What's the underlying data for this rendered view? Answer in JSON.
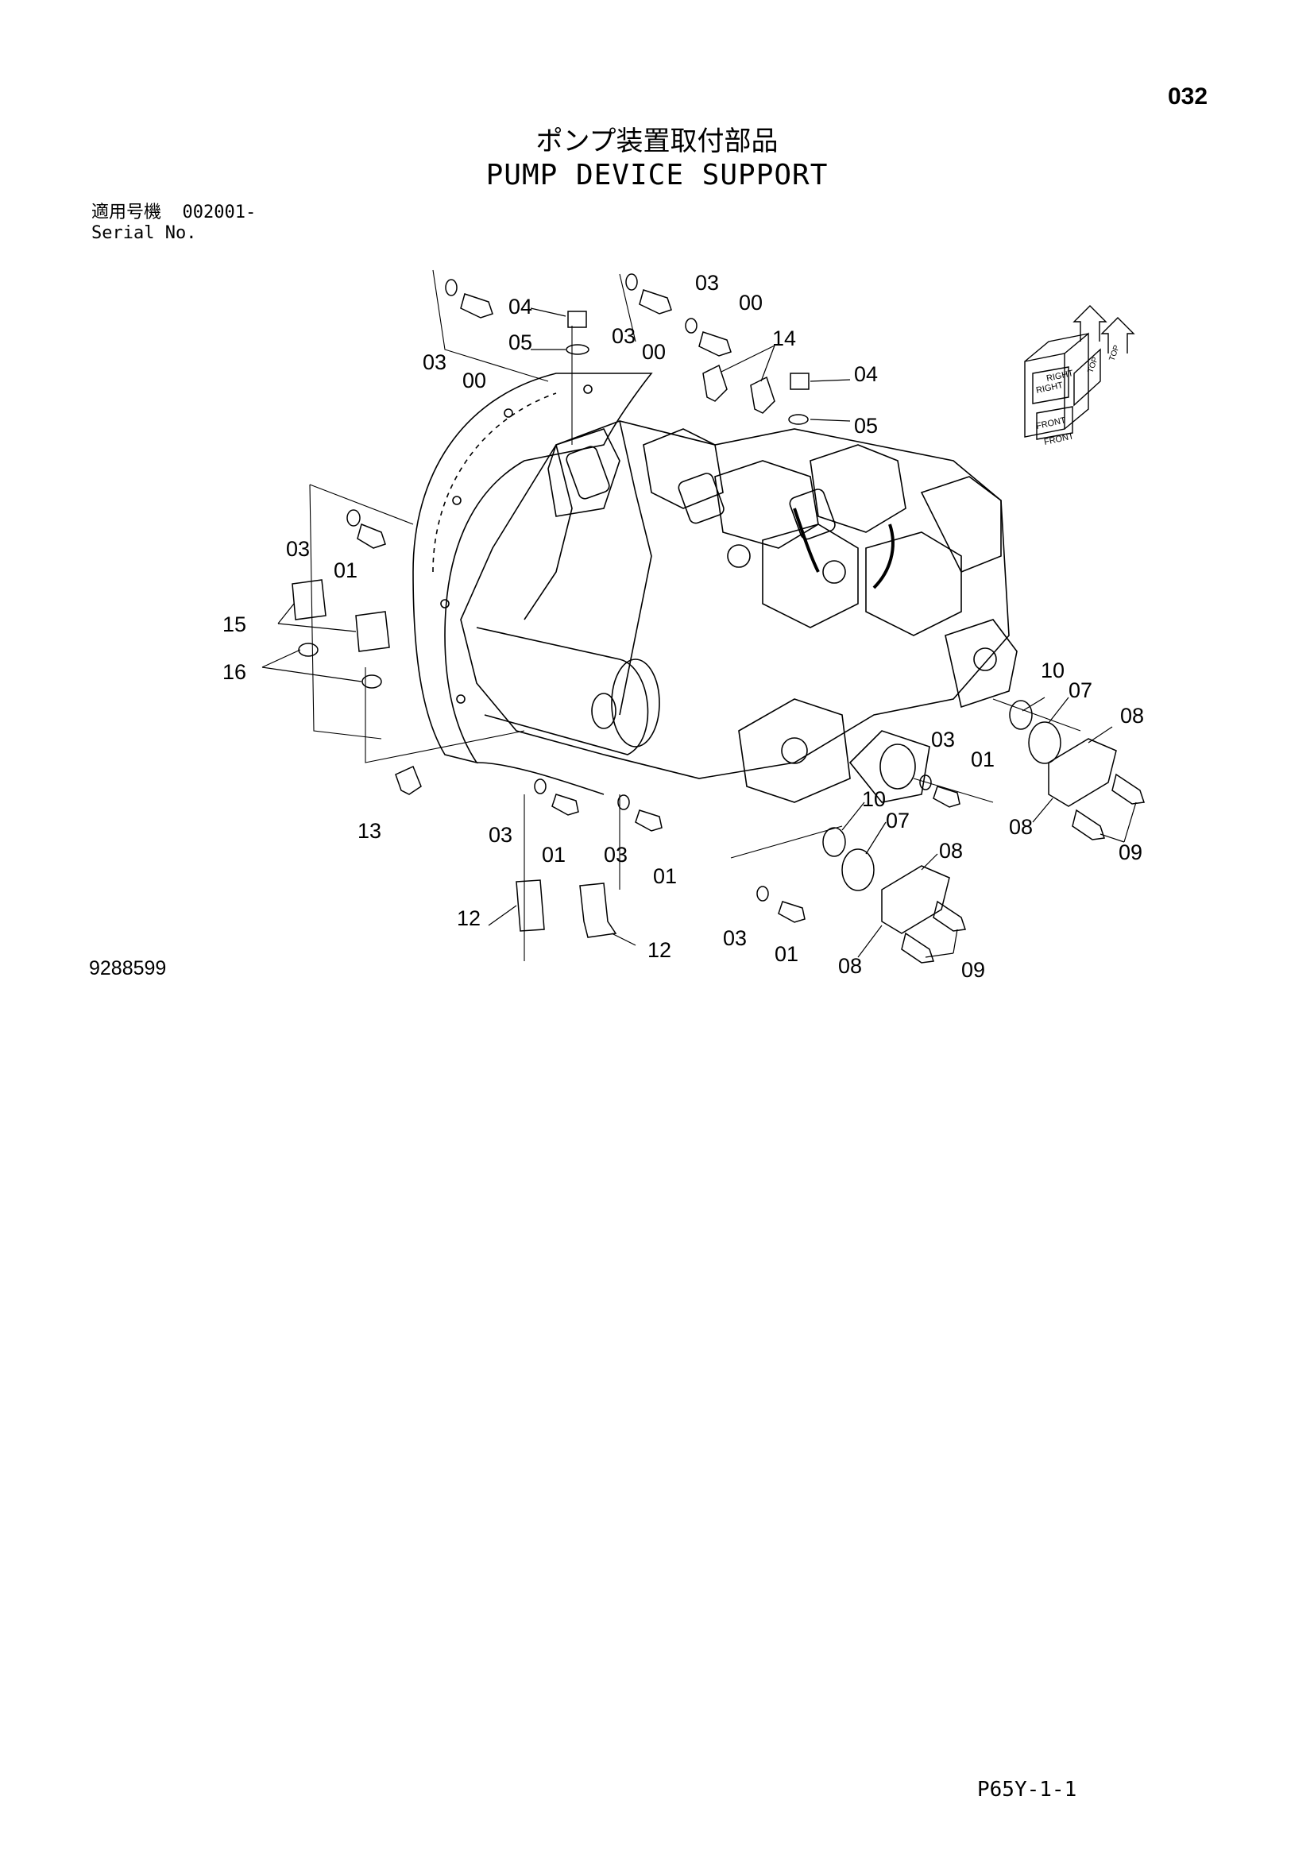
{
  "page_number": "032",
  "title_jp": "ポンプ装置取付部品",
  "title_en": "PUMP DEVICE SUPPORT",
  "serial": {
    "label_jp": "適用号機",
    "value": "002001-",
    "label_en": "Serial No."
  },
  "figure_id": "9288599",
  "footer_code": "P65Y-1-1",
  "orientation_labels": [
    "FRONT",
    "RIGHT",
    "TOP",
    "FRONT",
    "RIGHT",
    "TOP"
  ],
  "callouts": [
    {
      "text": "03"
    },
    {
      "text": "00"
    },
    {
      "text": "04"
    },
    {
      "text": "05"
    },
    {
      "text": "03"
    },
    {
      "text": "00"
    },
    {
      "text": "03"
    },
    {
      "text": "00"
    },
    {
      "text": "14"
    },
    {
      "text": "04"
    },
    {
      "text": "05"
    },
    {
      "text": "03"
    },
    {
      "text": "01"
    },
    {
      "text": "15"
    },
    {
      "text": "16"
    },
    {
      "text": "10"
    },
    {
      "text": "07"
    },
    {
      "text": "08"
    },
    {
      "text": "03"
    },
    {
      "text": "01"
    },
    {
      "text": "08"
    },
    {
      "text": "09"
    },
    {
      "text": "13"
    },
    {
      "text": "03"
    },
    {
      "text": "01"
    },
    {
      "text": "03"
    },
    {
      "text": "01"
    },
    {
      "text": "10"
    },
    {
      "text": "07"
    },
    {
      "text": "08"
    },
    {
      "text": "12"
    },
    {
      "text": "12"
    },
    {
      "text": "03"
    },
    {
      "text": "01"
    },
    {
      "text": "08"
    },
    {
      "text": "09"
    }
  ]
}
